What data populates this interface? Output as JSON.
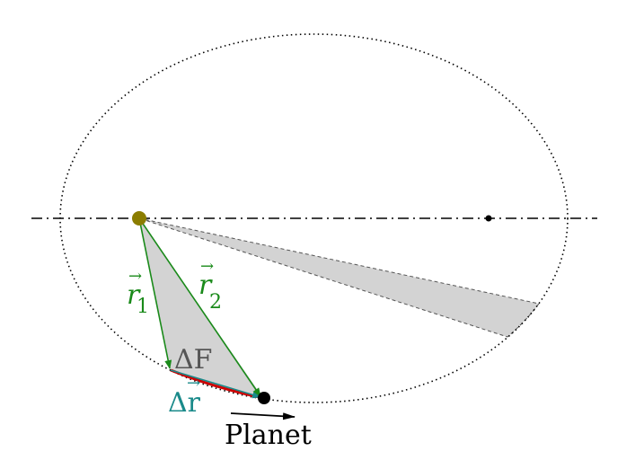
{
  "title": "Kepler's second law",
  "labels": {
    "r1": "r",
    "r1_sub": "1",
    "r2": "r",
    "r2_sub": "2",
    "area": "ΔF",
    "delta_r": "Δr",
    "planet": "Planet",
    "vec_arrow": "→"
  },
  "colors": {
    "vector": "#1a8a1a",
    "delta_r": "#1a8a8a",
    "area_fill": "#d3d3d3",
    "sun": "#8b7d00",
    "arc": "#cc0000",
    "area_text": "#555555"
  }
}
